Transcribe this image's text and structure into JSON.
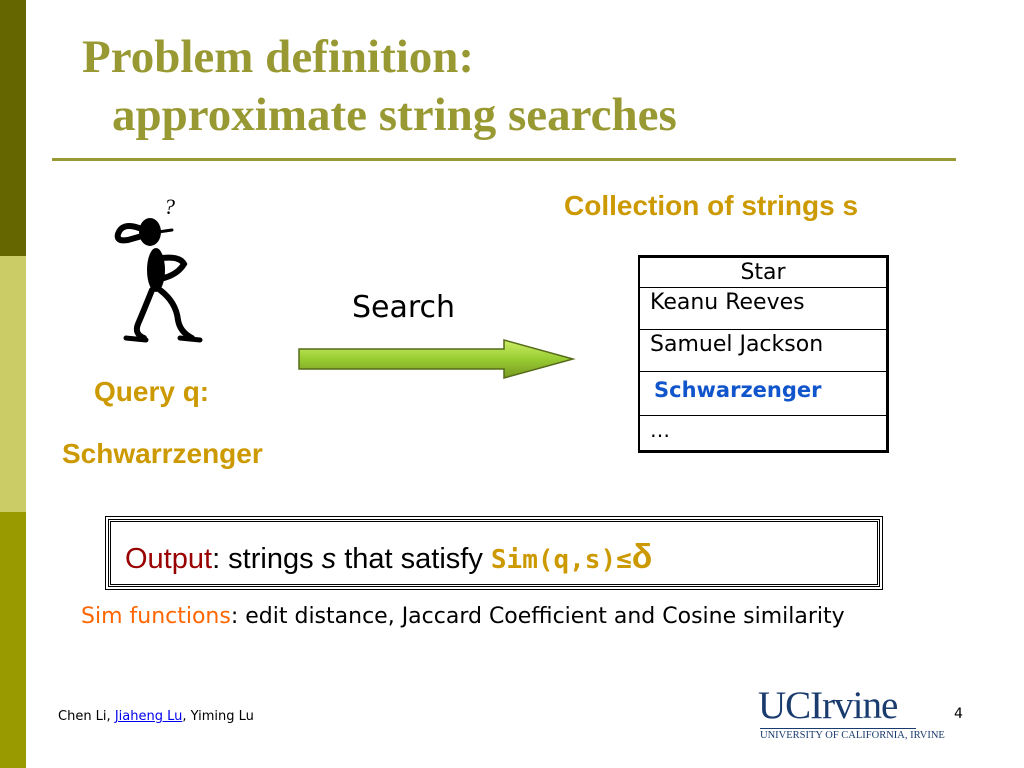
{
  "slide": {
    "title_line1": "Problem definition:",
    "title_line2": "approximate string searches",
    "collection_label": "Collection of strings s",
    "search_label": "Search",
    "query_label": "Query q:",
    "query_value": "Schwarrzenger",
    "table": {
      "header": "Star",
      "rows": [
        "Keanu Reeves",
        "Samuel Jackson",
        "Schwarzenger",
        "…"
      ]
    },
    "output": {
      "key": "Output",
      "pre": ": strings ",
      "var": "s",
      "mid": " that satisfy ",
      "sim": "Sim(q,s)≤",
      "delta": "δ"
    },
    "sim_functions": {
      "key": "Sim functions",
      "text": ": edit distance, Jaccard Coefficient and Cosine similarity"
    },
    "footer": {
      "author1": "Chen Li, ",
      "author2_link": "Jiaheng Lu",
      "author3": ", Yiming Lu"
    },
    "logo": {
      "main": "UCIrvine",
      "sub": "UNIVERSITY OF CALIFORNIA, IRVINE"
    },
    "page_number": "4"
  },
  "colors": {
    "title": "#999933",
    "accent": "#cc9900",
    "output_key": "#990000",
    "sim_key": "#ff6600",
    "highlight_row": "#1155cc",
    "sidebar": [
      "#666600",
      "#cccc66",
      "#999900"
    ],
    "arrow": "#99cc33"
  },
  "icons": {
    "figure": "confused-stick-figure-icon",
    "arrow": "right-arrow-icon"
  }
}
